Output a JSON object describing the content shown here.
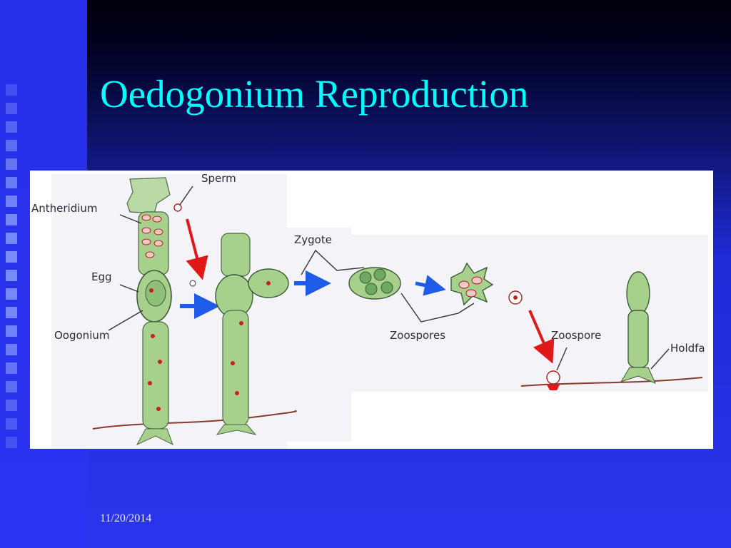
{
  "slide": {
    "title": "Oedogonium Reproduction",
    "date": "11/20/2014"
  },
  "diagram": {
    "labels": {
      "sperm": "Sperm",
      "antheridium": "Antheridium",
      "egg": "Egg",
      "oogonium": "Oogonium",
      "zygote": "Zygote",
      "zoospores": "Zoospores",
      "zoospore": "Zoospore",
      "holdfast": "Holdfa"
    }
  },
  "colors": {
    "title": "#00ffff",
    "background": "#2b35ee",
    "filament": "#a8d08d",
    "arrow_red": "#e01818",
    "arrow_blue": "#1e5be8"
  }
}
